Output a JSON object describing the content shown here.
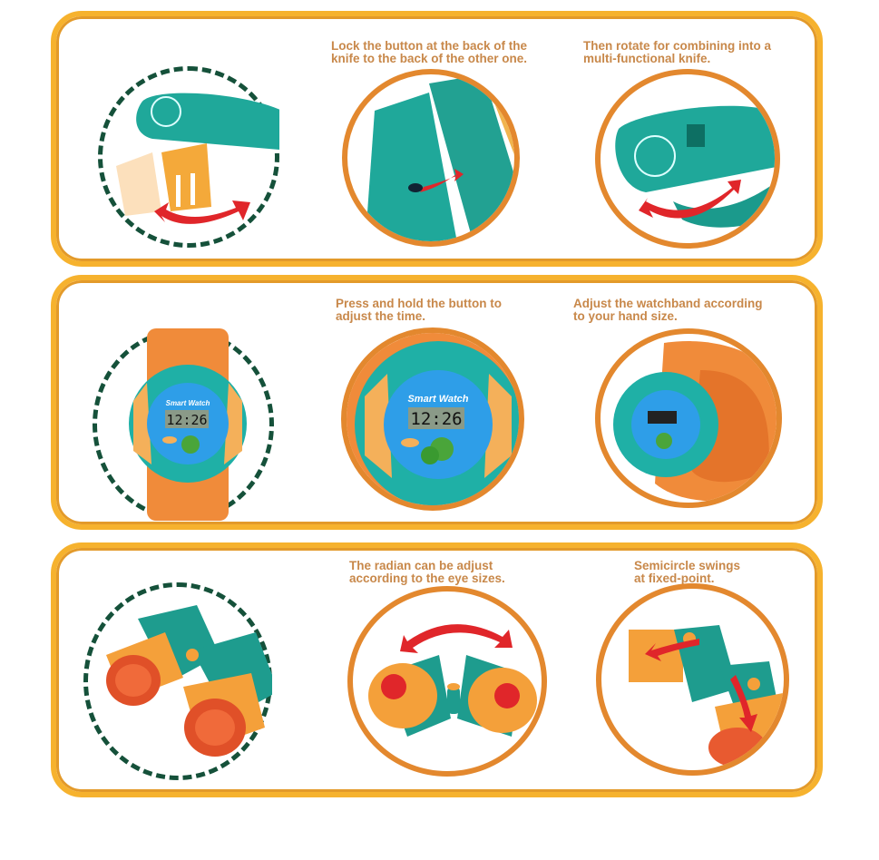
{
  "colors": {
    "panel_border": "#f6b22e",
    "panel_inner": "#e39a2a",
    "caption_text": "#c8884a",
    "dashed_circle": "#15513a",
    "solid_circle": "#e3882e",
    "teal": "#1fa89a",
    "orange": "#f4a03a",
    "red_arrow": "#e0262a"
  },
  "panels": [
    {
      "name": "knife",
      "steps": [
        {
          "caption": "",
          "image": "folding-knife-fork-rotation"
        },
        {
          "caption": "Lock the button at the back of the\nknife to the back of the other one.",
          "image": "knife-lock-button-closeup"
        },
        {
          "caption": "Then rotate for combining into a\nmulti-functional knife.",
          "image": "knife-rotate-combine"
        }
      ]
    },
    {
      "name": "watch",
      "steps": [
        {
          "caption": "",
          "image": "smart-watch-front",
          "watch_label": "Smart Watch",
          "time": "12:26"
        },
        {
          "caption": "Press and hold the button to\nadjust the time.",
          "image": "smart-watch-face-closeup",
          "watch_label": "Smart Watch",
          "time": "12:26"
        },
        {
          "caption": "Adjust the watchband according\nto your hand size.",
          "image": "smart-watch-band-side"
        }
      ]
    },
    {
      "name": "binoculars",
      "steps": [
        {
          "caption": "",
          "image": "binoculars-front"
        },
        {
          "caption": "The radian can be adjust\naccording to the eye sizes.",
          "image": "binoculars-fold-adjust"
        },
        {
          "caption": "Semicircle swings\nat fixed-point.",
          "image": "binoculars-semicircle-swing"
        }
      ]
    }
  ]
}
